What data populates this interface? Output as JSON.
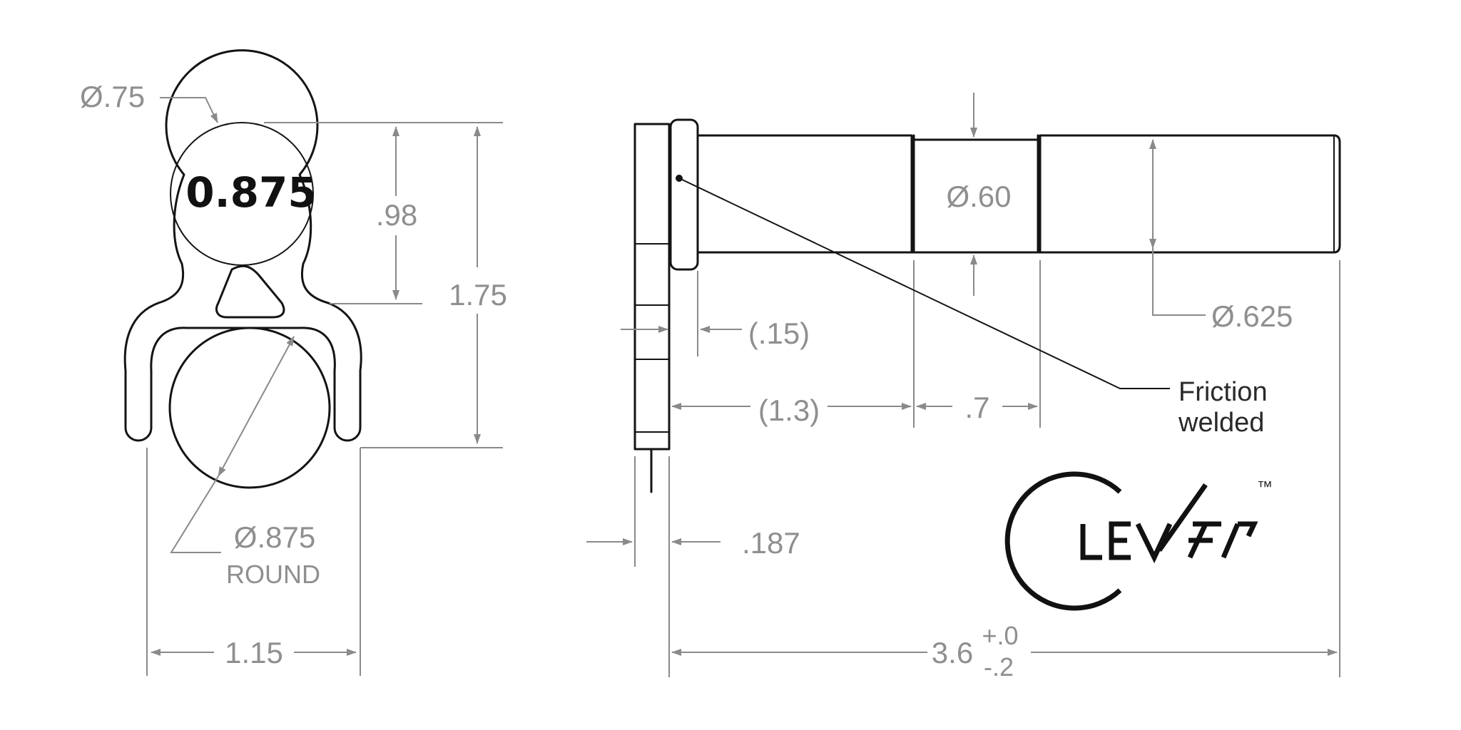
{
  "front_view": {
    "stamp_text": "0.875",
    "top_diameter": "Ø.75",
    "neck_height": ".98",
    "overall_height": "1.75",
    "round_diameter": "Ø.875",
    "round_label": "ROUND",
    "overall_width": "1.15"
  },
  "side_view": {
    "middle_diameter": "Ø.60",
    "shaft_diameter": "Ø.625",
    "collar_offset": "(.15)",
    "first_section_length": "(1.3)",
    "middle_section_length": ".7",
    "plate_thickness": ".187",
    "overall_length": "3.6",
    "tolerance_upper": "+.0",
    "tolerance_lower": "-.2",
    "weld_note_line1": "Friction",
    "weld_note_line2": "welded"
  },
  "logo": {
    "trademark": "™",
    "brand": "CLEVER"
  }
}
